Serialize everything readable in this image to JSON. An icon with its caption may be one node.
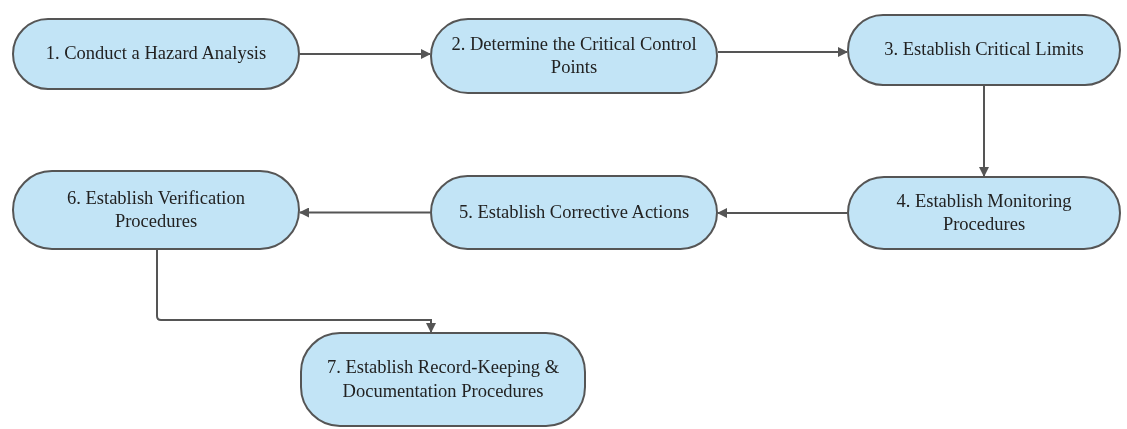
{
  "diagram": {
    "nodes": [
      {
        "text": [
          "1. Conduct a Hazard Analysis"
        ]
      },
      {
        "text": [
          "2. Determine the Critical Control Points"
        ]
      },
      {
        "text": [
          "3. Establish Critical Limits"
        ]
      },
      {
        "text": [
          "4. Establish Monitoring Procedures"
        ]
      },
      {
        "text": [
          "5. Establish Corrective Actions"
        ]
      },
      {
        "text": [
          "6. Establish Verification Procedures"
        ]
      },
      {
        "text": [
          "7. Establish Record-Keeping & Documentation Procedures"
        ]
      }
    ],
    "edges": [
      {
        "from": 0,
        "to": 1,
        "arrow": "to"
      },
      {
        "from": 1,
        "to": 2,
        "arrow": "to"
      },
      {
        "from": 2,
        "to": 3,
        "arrow": "to"
      },
      {
        "from": 3,
        "to": 4,
        "arrow": "to"
      },
      {
        "from": 4,
        "to": 5,
        "arrow": "to"
      },
      {
        "from": 5,
        "to": 6,
        "arrow": "to"
      }
    ]
  }
}
